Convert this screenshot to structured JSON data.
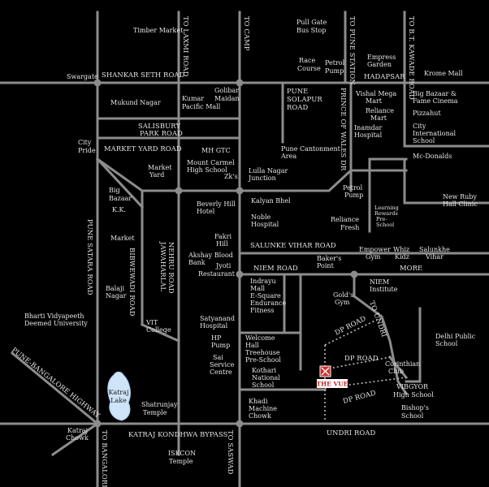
{
  "colors": {
    "background": "#000000",
    "road": "#8c8c8c",
    "text": "#e6e6e6",
    "lake": "#cfe4f7",
    "marker": "#d32f2f"
  },
  "roads": {
    "to_laxmi_road": "TO LAXMI ROAD",
    "to_camp": "TO CAMP",
    "to_pune_station": "TO PUNE STATION",
    "to_bt_kawade_road": "TO B.T. KAWADE ROAD",
    "shankar_seth_road": "SHANKAR SETH ROAD",
    "hadapsar": "HADAPSAR",
    "pune_solapur_road": [
      "PUNE",
      "SOLAPUR",
      "ROAD"
    ],
    "prince_of_wales_dr": "PRINCE OF WALES DR",
    "salisbury_park_road": [
      "SALISBURY",
      "PARK ROAD"
    ],
    "market_yard_road": "MARKET YARD ROAD",
    "pune_satara_road": "PUNE SATARA ROAD",
    "bibwewadi_road": "BIBWEWADI ROAD",
    "jawaharlal_nehru_road": [
      "JAWAHARLAL",
      "NEHRU ROAD"
    ],
    "salunke_vihar_road": "SALUNKE VIHAR ROAD",
    "niem_road": "NIEM ROAD",
    "more": "MORE",
    "to_undri": "TO UNDRI",
    "dp_road_1": "DP ROAD",
    "dp_road_2": "DP ROAD",
    "dp_road_3": "DP ROAD",
    "pune_bangalore_highway": "PUNE-BANGALORE HIGHWAY",
    "katraj_kondhwa_bypass": "KATRAJ KONDHWA BYPASS",
    "undri_road": "UNDRI ROAD",
    "to_bangalore": "TO BANGALORE",
    "to_saswad": "TO SASWAD"
  },
  "places": {
    "timber_market": "Timber Market",
    "pulgate_bus_stop": [
      "Pull Gate",
      "Bus Stop"
    ],
    "empress_garden": [
      "Empress",
      "Garden"
    ],
    "race_course": [
      "Race",
      "Course"
    ],
    "petrol_pump_1": [
      "Petrol",
      "Pump"
    ],
    "krome_mall": "Krome Mall",
    "swargate": "Swargate",
    "golibar_maidan": [
      "Golibar",
      "Maidan"
    ],
    "mukund_nagar": "Mukund Nagar",
    "kumar_pacific_mall": [
      "Kumar",
      "Pacific Mall"
    ],
    "vishal_mega_mart": [
      "Vishal Mega",
      "Mart"
    ],
    "reliance_mart": [
      "Reliance",
      "Mart"
    ],
    "big_bazaar_fame": [
      "Big Bazaar &",
      "Fame Cinema"
    ],
    "pizzahut": "Pizzahut",
    "city_international_school": [
      "City",
      "International",
      "School"
    ],
    "inamdar_hospital": [
      "Inamdar",
      "Hospital"
    ],
    "city_pride": [
      "City",
      "Pride"
    ],
    "mh_gtc": "MH GTC",
    "pune_cantonment_area": [
      "Pune Cantonment",
      "Area"
    ],
    "mcdonalds": "Mc-Donalds",
    "market_yard": [
      "Market",
      "Yard"
    ],
    "mount_carmel": [
      "Mount Carmel",
      "High School"
    ],
    "zks": "Zk's",
    "lulla_nagar_junction": [
      "Lulla Nagar",
      "Junction"
    ],
    "big_bazaar": [
      "Big",
      "Bazaar"
    ],
    "beverly_hill_hotel": [
      "Beverly Hill",
      "Hotel"
    ],
    "kalyan_bhel": "Kalyan Bhel",
    "petrol_pump_2": [
      "Petrol",
      "Pump"
    ],
    "new_ruby_hall": [
      "New Ruby",
      "Hall Clinic"
    ],
    "learning_rewards": [
      "Learning",
      "Rewards",
      "Pre-",
      "School"
    ],
    "kk_market": [
      "K.K.",
      "Market"
    ],
    "noble_hospital": [
      "Noble",
      "Hospital"
    ],
    "reliance_fresh": [
      "Reliance",
      "Fresh"
    ],
    "fakri_hill": [
      "Fakri",
      "Hill"
    ],
    "empower_gym": [
      "Empower",
      "Gym"
    ],
    "whiz_kidz": [
      "Whiz",
      "Kidz"
    ],
    "salunkhe_vihar": [
      "Salunkhe",
      "Vihar"
    ],
    "akshay_blood_bank": [
      "Akshay Blood",
      "Bank"
    ],
    "bakers_point": [
      "Baker's",
      "Point"
    ],
    "jyoti_restaurant": [
      "Jyoti",
      "Restaurant"
    ],
    "balaji_nagar": [
      "Balaji",
      "Nagar"
    ],
    "niem_institute": [
      "NIEM",
      "Institute"
    ],
    "golds_gym": [
      "Gold's",
      "Gym"
    ],
    "indrayu_mall": [
      "Indrayu",
      "Mall",
      "E-Square",
      "Endurance",
      "Fitness"
    ],
    "bharti_vidyapeeth": [
      "Bharti Vidyapeeth",
      "Deemed University"
    ],
    "vit_college": [
      "VIT",
      "College"
    ],
    "satyanand_hospital": [
      "Satyanand",
      "Hospital"
    ],
    "hp_pump": [
      "HP",
      "Pump"
    ],
    "delhi_public_school": [
      "Delhi Public",
      "School"
    ],
    "welcome_hall": [
      "Welcome",
      "Hall",
      "Treehouse",
      "Pre-School"
    ],
    "sai_service_centre": [
      "Sai",
      "Service",
      "Centre"
    ],
    "corinthian_club": [
      "Corinthian",
      "Club"
    ],
    "kothari_national_school": [
      "Kothari",
      "National",
      "School"
    ],
    "katraj_lake": [
      "Katraj",
      "Lake"
    ],
    "vibgyor_high_school": [
      "VIBGYOR",
      "High School"
    ],
    "shatrunjay_temple": [
      "Shatrunjay",
      "Temple"
    ],
    "khadi_machine_chowk": [
      "Khadi",
      "Machine",
      "Chowk"
    ],
    "bishops_school": [
      "Bishop's",
      "School"
    ],
    "katraj_chowk": [
      "Katraj",
      "Chowk"
    ],
    "iskcon_temple": [
      "ISKCON",
      "Temple"
    ]
  },
  "marker": {
    "label": "THE VUE",
    "icon": "location-marker-icon"
  }
}
